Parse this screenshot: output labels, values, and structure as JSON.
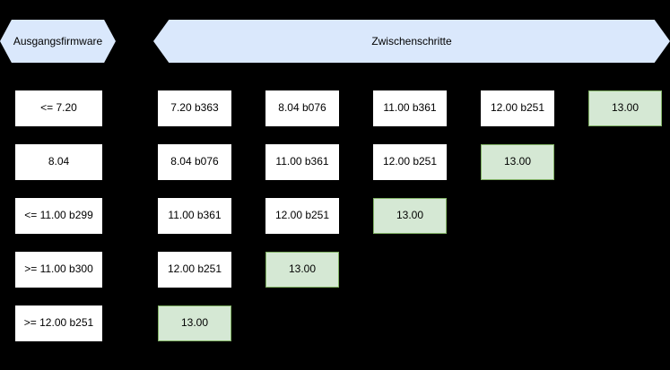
{
  "diagram": {
    "background_color": "#000000",
    "banner_fill": "#dae8fc",
    "banner_stroke": "#6c8ebf",
    "node_fill": "#ffffff",
    "target_fill": "#d5e8d4",
    "target_stroke": "#82b366",
    "headers": {
      "start": "Ausgangsfirmware",
      "steps": "Zwischenschritte"
    },
    "rows": [
      {
        "start": "<= 7.20",
        "steps": [
          {
            "label": "7.20 b363",
            "kind": "plain"
          },
          {
            "label": "8.04 b076",
            "kind": "plain"
          },
          {
            "label": "11.00 b361",
            "kind": "plain"
          },
          {
            "label": "12.00 b251",
            "kind": "plain"
          },
          {
            "label": "13.00",
            "kind": "target"
          }
        ]
      },
      {
        "start": "8.04",
        "steps": [
          {
            "label": "8.04 b076",
            "kind": "plain"
          },
          {
            "label": "11.00 b361",
            "kind": "plain"
          },
          {
            "label": "12.00 b251",
            "kind": "plain"
          },
          {
            "label": "13.00",
            "kind": "target"
          }
        ]
      },
      {
        "start": "<= 11.00 b299",
        "steps": [
          {
            "label": "11.00 b361",
            "kind": "plain"
          },
          {
            "label": "12.00 b251",
            "kind": "plain"
          },
          {
            "label": "13.00",
            "kind": "target"
          }
        ]
      },
      {
        "start": ">= 11.00 b300",
        "steps": [
          {
            "label": "12.00 b251",
            "kind": "plain"
          },
          {
            "label": "13.00",
            "kind": "target"
          }
        ]
      },
      {
        "start": ">= 12.00 b251",
        "steps": [
          {
            "label": "13.00",
            "kind": "target"
          }
        ]
      }
    ]
  }
}
